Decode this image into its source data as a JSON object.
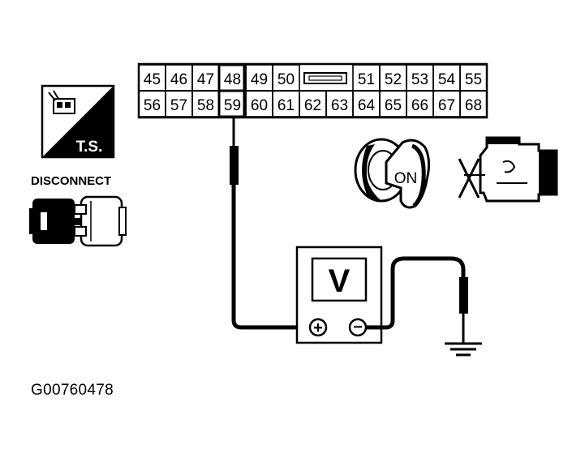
{
  "connector": {
    "top_row": [
      "45",
      "46",
      "47",
      "48",
      "49",
      "50",
      "51",
      "52",
      "53",
      "54",
      "55"
    ],
    "bottom_row": [
      "56",
      "57",
      "58",
      "59",
      "60",
      "61",
      "62",
      "63",
      "64",
      "65",
      "66",
      "67",
      "68"
    ]
  },
  "ts_badge": {
    "label": "T.S."
  },
  "disconnect_label": "DISCONNECT",
  "ignition": {
    "label": "ON"
  },
  "meter": {
    "label": "V",
    "positive_symbol": "+",
    "negative_symbol": "−"
  },
  "figure_code": "G00760478",
  "colors": {
    "ink": "#000000",
    "paper": "#ffffff"
  }
}
